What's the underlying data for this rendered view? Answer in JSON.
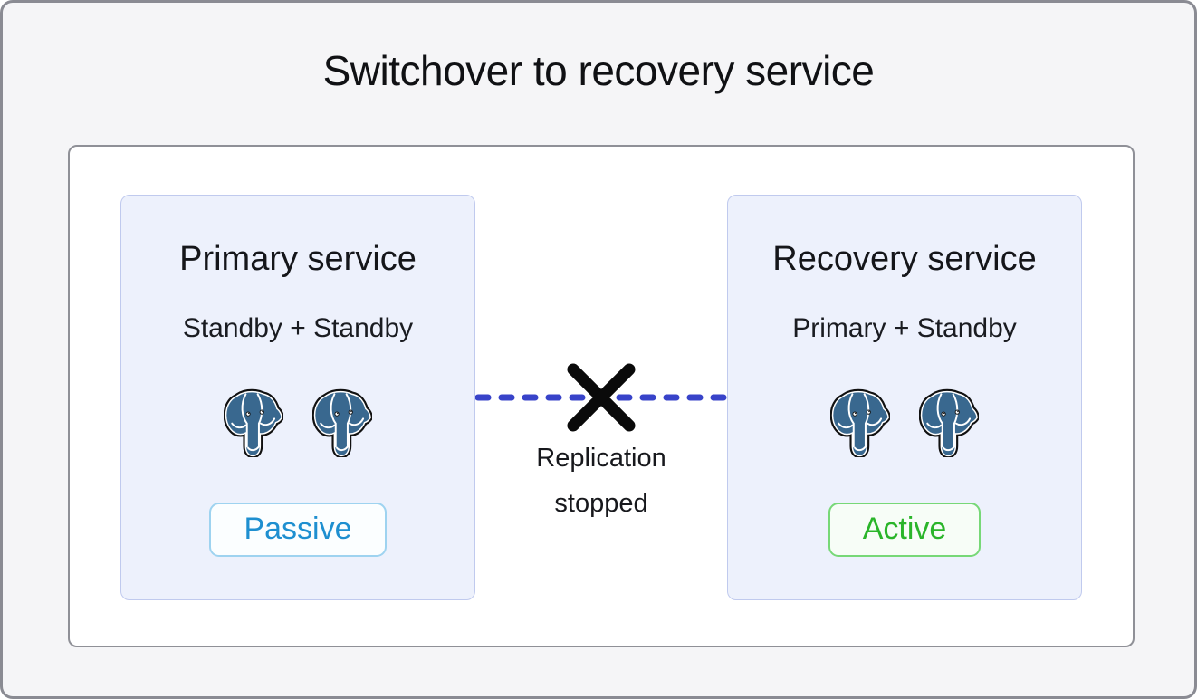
{
  "diagram": {
    "title": "Switchover to recovery service"
  },
  "services": [
    {
      "name": "Primary service",
      "nodes": "Standby + Standby",
      "status": "Passive",
      "status_text_color": "#1e8fd0",
      "status_border_color": "#9ed3f0",
      "node_icon": "postgresql-elephant-icon",
      "node_count": 2
    },
    {
      "name": "Recovery service",
      "nodes": "Primary + Standby",
      "status": "Active",
      "status_text_color": "#2ab52a",
      "status_border_color": "#77d877",
      "node_icon": "postgresql-elephant-icon",
      "node_count": 2
    }
  ],
  "connector": {
    "label_line1": "Replication",
    "label_line2": "stopped",
    "line_style": "dashed",
    "line_color": "#3843c9",
    "cross_icon": "x-mark-icon",
    "cross_color": "#0a0a0a"
  },
  "colors": {
    "canvas_background": "#f5f5f7",
    "canvas_border": "#8a8b93",
    "panel_background": "#ffffff",
    "panel_border": "#8f9097",
    "card_background": "#edf1fc",
    "card_border": "#c0caee",
    "postgres_blue": "#39688f",
    "text": "#141519"
  }
}
